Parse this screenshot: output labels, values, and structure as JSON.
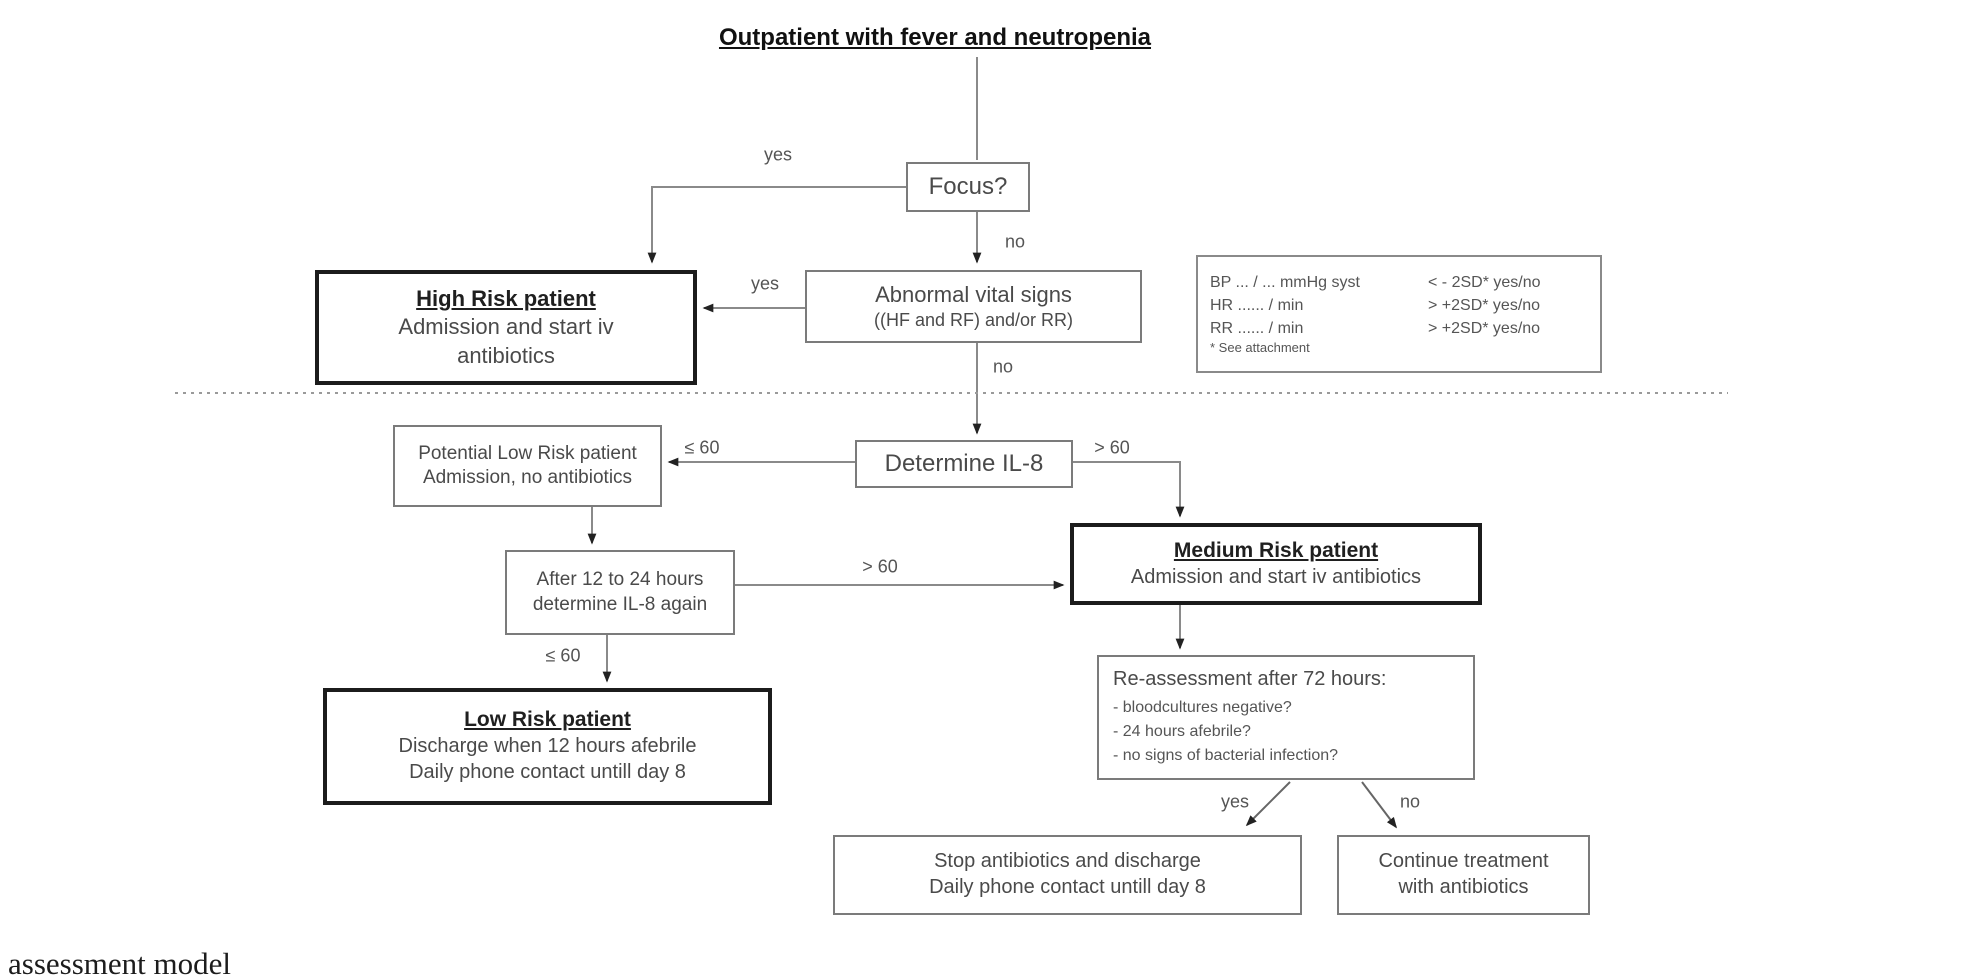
{
  "diagram": {
    "title": "Outpatient with fever and neutropenia",
    "nodes": {
      "focus": {
        "label": "Focus?"
      },
      "high_risk": {
        "title": "High Risk patient",
        "line1": "Admission and start iv",
        "line2": "antibiotics"
      },
      "abnormal_vitals": {
        "line1": "Abnormal vital signs",
        "line2": "((HF and RF) and/or RR)"
      },
      "vitals_reference": {
        "rows": [
          {
            "left": "BP ... / ... mmHg syst",
            "right": "< - 2SD*  yes/no"
          },
          {
            "left": "HR ...... / min",
            "right": "> +2SD* yes/no"
          },
          {
            "left": "RR ...... / min",
            "right": "> +2SD* yes/no"
          }
        ],
        "footnote": "* See attachment"
      },
      "determine_il8": {
        "label": "Determine IL-8"
      },
      "potential_low_risk": {
        "line1": "Potential Low Risk patient",
        "line2": "Admission, no antibiotics"
      },
      "determine_il8_again": {
        "line1": "After 12 to 24 hours",
        "line2": "determine IL-8 again"
      },
      "medium_risk": {
        "title": "Medium Risk patient",
        "line1": "Admission and start iv antibiotics"
      },
      "low_risk": {
        "title": "Low Risk patient",
        "line1": "Discharge when 12 hours afebrile",
        "line2": "Daily phone contact untill day 8"
      },
      "reassessment": {
        "heading": "Re-assessment after 72 hours:",
        "bullet1": "- bloodcultures negative?",
        "bullet2": "- 24 hours afebrile?",
        "bullet3": "- no signs of bacterial infection?"
      },
      "stop_antibiotics": {
        "line1": "Stop antibiotics and discharge",
        "line2": "Daily phone contact untill day 8"
      },
      "continue_treatment": {
        "line1": "Continue treatment",
        "line2": "with antibiotics"
      }
    },
    "edge_labels": {
      "focus_yes": "yes",
      "focus_no": "no",
      "vitals_yes": "yes",
      "vitals_no": "no",
      "il8_low": "≤ 60",
      "il8_high": "> 60",
      "il8_again_high": "> 60",
      "il8_again_low": "≤ 60",
      "reassess_yes": "yes",
      "reassess_no": "no"
    },
    "colors": {
      "thin_border": "#7b7b7b",
      "thick_border": "#1c1c1c",
      "text": "#4a4a4a",
      "connector": "#888888",
      "arrowhead": "#222222"
    }
  },
  "caption": {
    "text": "assessment model"
  }
}
